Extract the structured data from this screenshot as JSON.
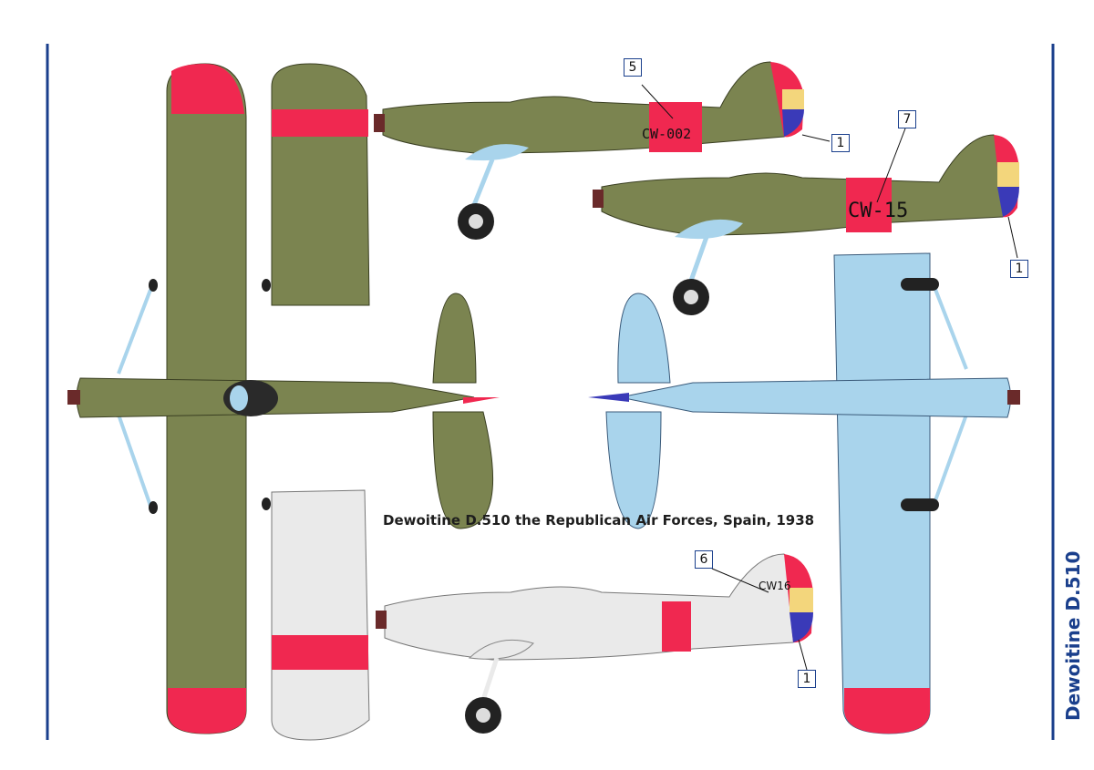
{
  "caption": "Dewoitine D.510 the Republican Air Forces, Spain, 1938",
  "side_title": "Dewoitine D.510",
  "markings": {
    "aircraft_1": "CW-002",
    "aircraft_2": "CW-15",
    "aircraft_3": "CW16"
  },
  "callouts": {
    "c5": "5",
    "c1_top": "1",
    "c7": "7",
    "c1_mid": "1",
    "c6": "6",
    "c1_bottom": "1"
  },
  "colors": {
    "olive_green": "#7b8450",
    "light_blue": "#a9d4ec",
    "silver": "#eaeaea",
    "red": "#f02850",
    "yellow": "#f3d67c",
    "purple_blue": "#3a3ab8",
    "frame_blue": "#1a3f8c"
  }
}
